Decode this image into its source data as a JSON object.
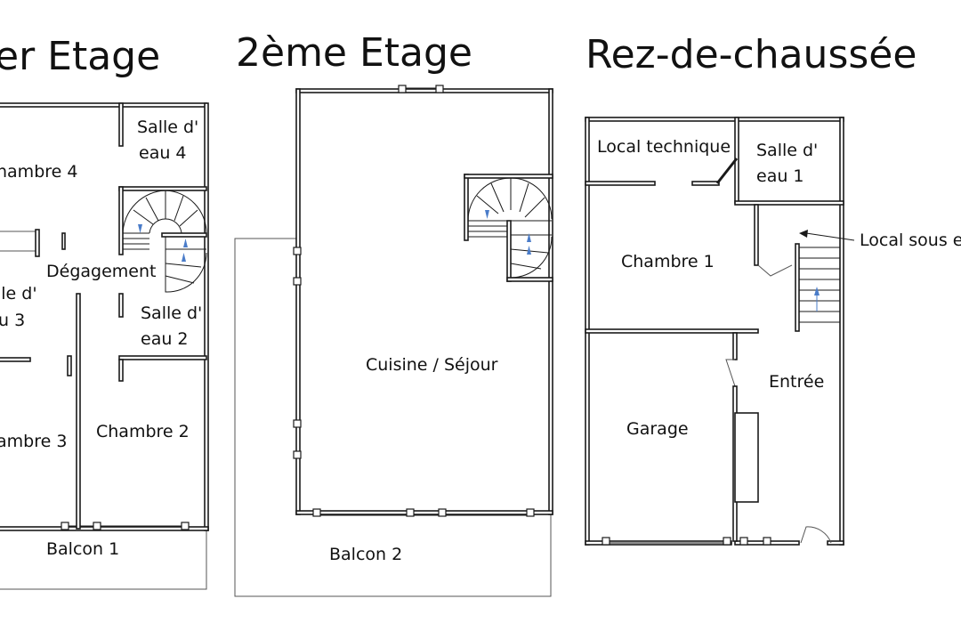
{
  "titles": {
    "floor1": "er Etage",
    "floor2": "2ème Etage",
    "ground": "Rez-de-chaussée"
  },
  "floor1": {
    "chambre4": "hambre 4",
    "salle_eau4_l1": "Salle d'",
    "salle_eau4_l2": "eau 4",
    "degagement": "Dégagement",
    "salle_eau3_l1": "lle d'",
    "salle_eau3_l2": "u 3",
    "salle_eau2_l1": "Salle d'",
    "salle_eau2_l2": "eau 2",
    "chambre3": "ambre 3",
    "chambre2": "Chambre 2",
    "balcon1": "Balcon 1"
  },
  "floor2": {
    "cuisine_sejour": "Cuisine / Séjour",
    "balcon2": "Balcon 2"
  },
  "ground": {
    "local_technique": "Local technique",
    "salle_eau1_l1": "Salle d'",
    "salle_eau1_l2": "eau 1",
    "local_sous_escalier": "Local sous e",
    "chambre1": "Chambre 1",
    "entree": "Entrée",
    "garage": "Garage"
  },
  "colors": {
    "wall": "#1a1a1a",
    "arrow": "#4a7cc9",
    "background": "#ffffff"
  }
}
